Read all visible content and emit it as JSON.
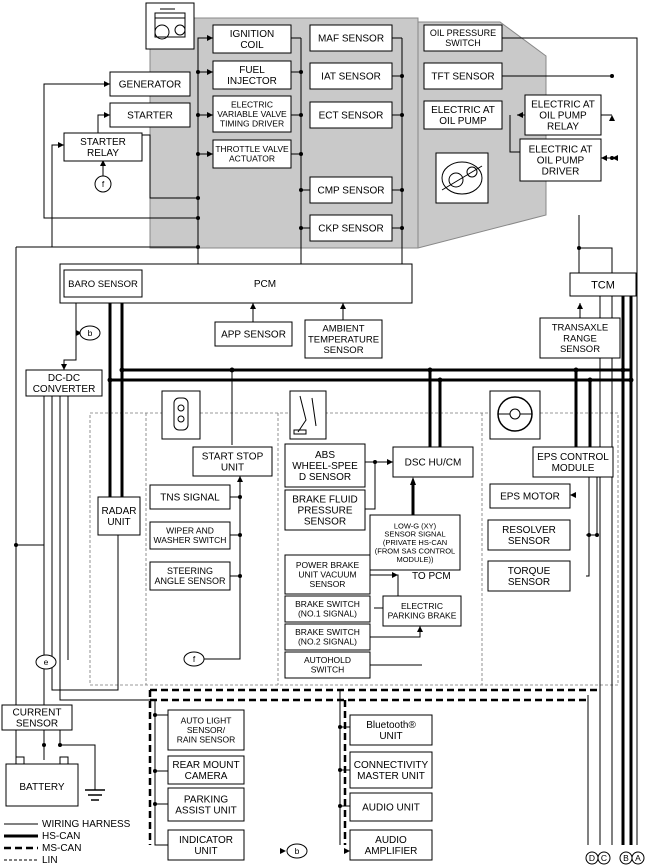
{
  "components": {
    "ignition_coil": [
      "IGNITION",
      "COIL"
    ],
    "fuel_injector": [
      "FUEL",
      "INJECTOR"
    ],
    "evvt_driver": [
      "ELECTRIC",
      "VARIABLE VALVE",
      "TIMING DRIVER"
    ],
    "throttle_actuator": [
      "THROTTLE VALVE",
      "ACTUATOR"
    ],
    "maf_sensor": "MAF SENSOR",
    "iat_sensor": "IAT SENSOR",
    "ect_sensor": "ECT SENSOR",
    "cmp_sensor": "CMP SENSOR",
    "ckp_sensor": "CKP SENSOR",
    "oil_pressure_switch": [
      "OIL PRESSURE",
      "SWITCH"
    ],
    "tft_sensor": "TFT SENSOR",
    "electric_at_oil_pump": [
      "ELECTRIC AT",
      "OIL PUMP"
    ],
    "at_pump_relay": [
      "ELECTRIC AT",
      "OIL PUMP",
      "RELAY"
    ],
    "at_pump_driver": [
      "ELECTRIC AT",
      "OIL PUMP",
      "DRIVER"
    ],
    "generator": "GENERATOR",
    "starter": "STARTER",
    "starter_relay": [
      "STARTER",
      "RELAY"
    ],
    "baro_sensor": "BARO SENSOR",
    "pcm": "PCM",
    "tcm": "TCM",
    "app_sensor": "APP SENSOR",
    "ambient_temp_sensor": [
      "AMBIENT",
      "TEMPERATURE",
      "SENSOR"
    ],
    "transaxle_range_sensor": [
      "TRANSAXLE",
      "RANGE",
      "SENSOR"
    ],
    "dcdc_converter": [
      "DC-DC",
      "CONVERTER"
    ],
    "radar_unit": [
      "RADAR",
      "UNIT"
    ],
    "start_stop_unit": [
      "START STOP",
      "UNIT"
    ],
    "tns_signal": "TNS SIGNAL",
    "wiper_switch": [
      "WIPER AND",
      "WASHER SWITCH"
    ],
    "steering_angle_sensor": [
      "STEERING",
      "ANGLE SENSOR"
    ],
    "abs_wheel_speed_sensor": [
      "ABS",
      "WHEEL-SPEE",
      "D SENSOR"
    ],
    "brake_fluid_pressure_sensor": [
      "BRAKE FLUID",
      "PRESSURE",
      "SENSOR"
    ],
    "dsc_hu_cm": "DSC HU/CM",
    "low_g_signal": [
      "LOW-G (XY)",
      "SENSOR SIGNAL",
      "(PRIVATE HS-CAN",
      "(FROM SAS CONTROL",
      "MODULE))"
    ],
    "power_brake_vacuum_sensor": [
      "POWER BRAKE",
      "UNIT VACUUM",
      "SENSOR"
    ],
    "to_pcm": "TO PCM",
    "brake_switch_1": [
      "BRAKE SWITCH",
      "(NO.1 SIGNAL)"
    ],
    "brake_switch_2": [
      "BRAKE SWITCH",
      "(NO.2 SIGNAL)"
    ],
    "electric_parking_brake": [
      "ELECTRIC",
      "PARKING BRAKE"
    ],
    "autohold_switch": [
      "AUTOHOLD",
      "SWITCH"
    ],
    "eps_control_module": [
      "EPS CONTROL",
      "MODULE"
    ],
    "eps_motor": "EPS MOTOR",
    "resolver_sensor": [
      "RESOLVER",
      "SENSOR"
    ],
    "torque_sensor": [
      "TORQUE",
      "SENSOR"
    ],
    "current_sensor": [
      "CURRENT",
      "SENSOR"
    ],
    "battery": "BATTERY",
    "auto_light_sensor": [
      "AUTO LIGHT",
      "SENSOR/",
      "RAIN SENSOR"
    ],
    "rear_mount_camera": [
      "REAR MOUNT",
      "CAMERA"
    ],
    "parking_assist_unit": [
      "PARKING",
      "ASSIST UNIT"
    ],
    "indicator_unit": [
      "INDICATOR",
      "UNIT"
    ],
    "bluetooth_unit": [
      "Bluetooth®",
      "UNIT"
    ],
    "connectivity_master_unit": [
      "CONNECTIVITY",
      "MASTER UNIT"
    ],
    "audio_unit": "AUDIO UNIT",
    "audio_amplifier": [
      "AUDIO",
      "AMPLIFIER"
    ]
  },
  "connectors": {
    "f": "f",
    "b": "b",
    "e": "e",
    "D": "D",
    "C": "C",
    "B": "B",
    "A": "A"
  },
  "legend": {
    "wiring_harness": "WIRING HARNESS",
    "hs_can": "HS-CAN",
    "ms_can": "MS-CAN",
    "lin": "LIN"
  },
  "colors": {
    "engine_area": "#c9c9c9",
    "line": "#000000"
  }
}
